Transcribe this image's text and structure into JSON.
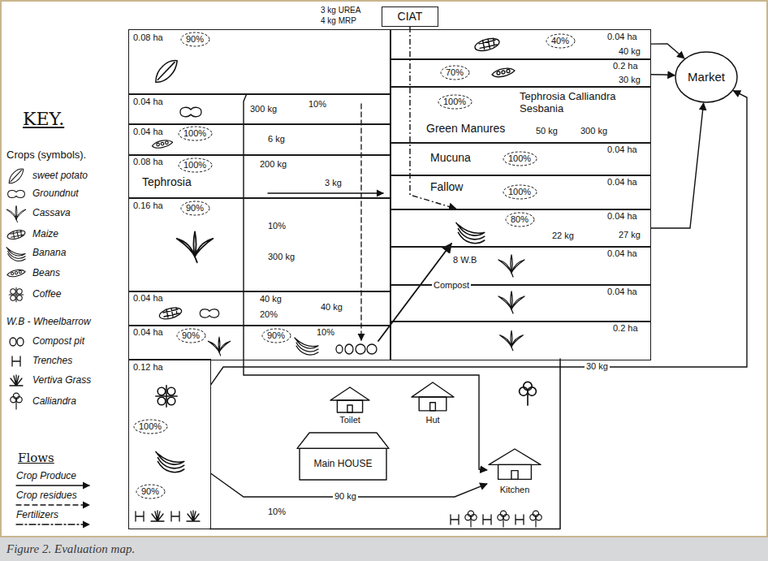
{
  "diagram": {
    "caption": "Figure 2. Evaluation map.",
    "nodes": [
      {
        "text": [
          "CIAT"
        ]
      },
      {
        "text": [
          "Market"
        ]
      },
      {
        "text": [
          "0.08 ha"
        ]
      },
      {
        "text": [
          "90%"
        ],
        "in": 2
      },
      {
        "text": [
          "0.04 ha"
        ]
      },
      {
        "text": [
          "0.04 ha"
        ]
      },
      {
        "text": [
          "100%"
        ],
        "in": 5
      },
      {
        "text": [
          "0.08 ha",
          "Tephrosia"
        ]
      },
      {
        "text": [
          "100%"
        ],
        "in": 7
      },
      {
        "text": [
          "0.16 ha"
        ]
      },
      {
        "text": [
          "90%"
        ],
        "in": 9
      },
      {
        "text": [
          "0.04 ha"
        ]
      },
      {
        "text": [
          "0.04 ha"
        ]
      },
      {
        "text": [
          "90%"
        ],
        "in": 12
      },
      {
        "text": [
          "90%"
        ],
        "in": 12
      },
      {
        "text": [
          "0.12 ha"
        ]
      },
      {
        "text": [
          "100%"
        ],
        "in": 15
      },
      {
        "text": [
          "90%"
        ],
        "in": 15
      },
      {
        "text": [
          "0.04 ha"
        ]
      },
      {
        "text": [
          "40%"
        ],
        "in": 18
      },
      {
        "text": [
          "0.2 ha"
        ]
      },
      {
        "text": [
          "70%"
        ],
        "in": 20
      },
      {
        "text": [
          "Tephrosia Calliandra Sesbania",
          "Green Manures"
        ]
      },
      {
        "text": [
          "100%"
        ],
        "in": 22
      },
      {
        "text": [
          "0.04 ha",
          "Mucuna"
        ]
      },
      {
        "text": [
          "100%"
        ],
        "in": 24
      },
      {
        "text": [
          "0.04 ha",
          "Fallow"
        ]
      },
      {
        "text": [
          "100%"
        ],
        "in": 26
      },
      {
        "text": [
          "0.04 ha"
        ]
      },
      {
        "text": [
          "80%"
        ],
        "in": 28
      },
      {
        "text": [
          "0.04 ha"
        ]
      },
      {
        "text": [
          "0.04 ha"
        ]
      },
      {
        "text": [
          "0.2 ha"
        ]
      },
      {
        "text": [
          "Toilet"
        ]
      },
      {
        "text": [
          "Hut"
        ]
      },
      {
        "text": [
          "Main HOUSE"
        ]
      },
      {
        "text": [
          "Kitchen"
        ]
      }
    ],
    "edges": [
      {
        "from": 0,
        "to": 28,
        "arrow": "to"
      },
      {
        "from": 18,
        "to": 1,
        "label": "40 kg",
        "arrow": "to"
      },
      {
        "from": 20,
        "to": 1,
        "label": "30 kg",
        "arrow": "to"
      },
      {
        "from": 28,
        "to": 1,
        "label": "27 kg",
        "arrow": "to"
      },
      {
        "from": 15,
        "to": 1,
        "label": "30 kg",
        "arrow": "to"
      },
      {
        "from": 2,
        "to": 36,
        "label": "300 kg",
        "arrow": "to"
      },
      {
        "from": 15,
        "to": 36,
        "label": "90 kg",
        "arrow": "to"
      }
    ],
    "labels": [
      "3 kg UREA",
      "4 kg MRP",
      "KEY.",
      "Crops (symbols).",
      "Flows",
      "10%",
      "6 kg",
      "200 kg",
      "3 kg",
      "10%",
      "300 kg",
      "40 kg",
      "20%",
      "40 kg",
      "10%",
      "10%",
      "50 kg",
      "300 kg",
      "22 kg",
      "Compost",
      "8 W.B"
    ],
    "legend": [
      {
        "text": "sweet potato"
      },
      {
        "text": "Groundnut"
      },
      {
        "text": "Cassava"
      },
      {
        "text": "Maize"
      },
      {
        "text": "Banana"
      },
      {
        "text": "Beans"
      },
      {
        "text": "Coffee"
      },
      {
        "text": "W.B - Wheelbarrow"
      },
      {
        "text": "Compost pit"
      },
      {
        "text": "Trenches"
      },
      {
        "text": "Vertiva Grass"
      },
      {
        "text": "Calliandra"
      },
      {
        "text": "Crop Produce"
      },
      {
        "text": "Crop residues"
      },
      {
        "text": "Fertilizers"
      }
    ]
  }
}
